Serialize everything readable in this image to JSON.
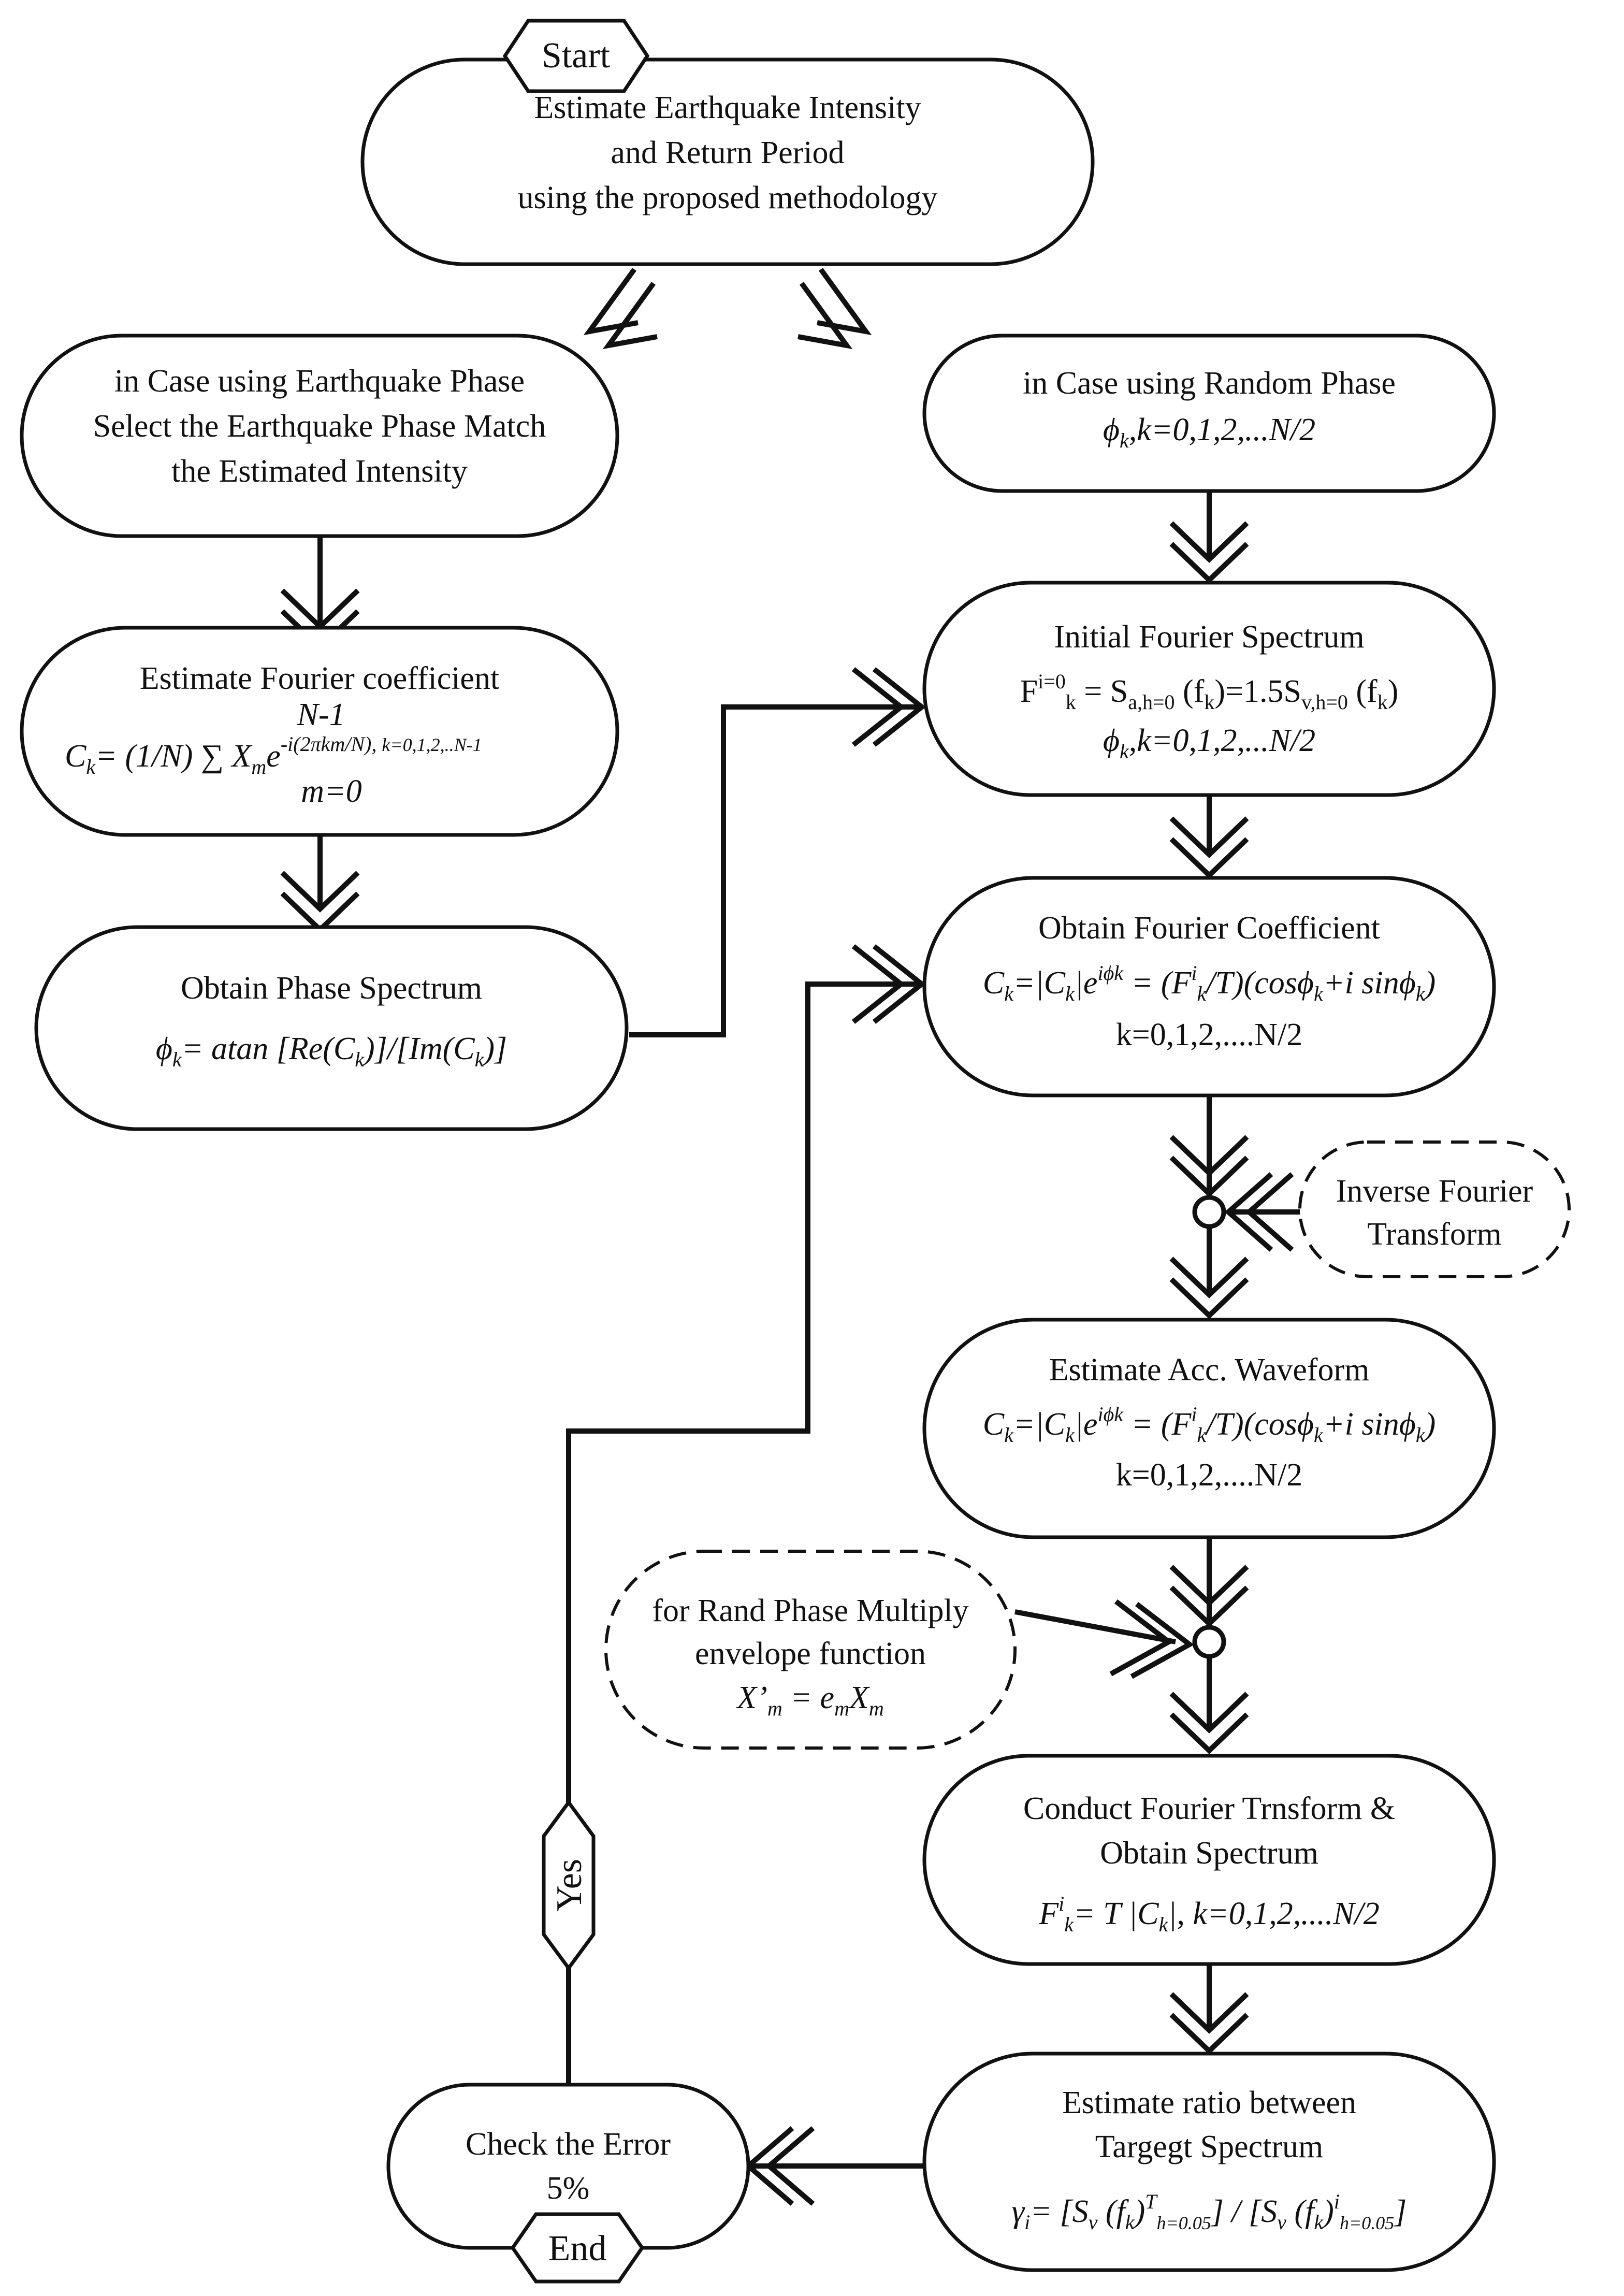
{
  "start_label": "Start",
  "end_label": "End",
  "yes_label": "Yes",
  "box_estimate_intensity": {
    "line1": "Estimate Earthquake Intensity",
    "line2": "and Return Period",
    "line3": "using the proposed methodology"
  },
  "box_earthquake_phase": {
    "line1": "in Case using Earthquake Phase",
    "line2": "Select the Earthquake Phase Match",
    "line3": "the Estimated Intensity"
  },
  "box_random_phase": {
    "line1": "in Case using Random Phase",
    "formula": "ϕk,k=0,1,2,...N/2"
  },
  "box_fourier_coefficient": {
    "title": "Estimate Fourier coefficient",
    "formula": "Ck= (1/N) ∑ Xm e−i(2πkm/N), k=0,1,2,..N-1",
    "sum_upper": "N-1",
    "sum_lower": "m=0"
  },
  "box_initial_spectrum": {
    "title": "Initial Fourier Spectrum",
    "formula1": "Fi=0k = Sa,h=0 (fk)=1.5Sv,h=0 (fk)",
    "formula2": "ϕk,k=0,1,2,...N/2"
  },
  "box_phase_spectrum": {
    "title": "Obtain Phase Spectrum",
    "formula": "ϕk= atan [Re(Ck)]/[Im(Ck)]"
  },
  "box_obtain_coefficient": {
    "title": "Obtain Fourier Coefficient",
    "formula1": "Ck=|Ck|eiϕk = (Fik/T)(cosϕk+i sinϕk)",
    "formula2": "k=0,1,2,....N/2"
  },
  "box_inverse_fourier": {
    "line1": "Inverse Fourier",
    "line2": "Transform"
  },
  "box_acc_waveform": {
    "title": "Estimate Acc. Waveform",
    "formula1": "Ck=|Ck|eiϕk = (Fik/T)(cosϕk+i sinϕk)",
    "formula2": "k=0,1,2,....N/2"
  },
  "box_envelope": {
    "line1": "for Rand Phase Multiply",
    "line2": "envelope function",
    "formula": "X’m = emXm"
  },
  "box_fourier_transform": {
    "line1": "Conduct Fourier Trnsform &",
    "line2": "Obtain Spectrum",
    "formula": "Fik= T |Ck|, k=0,1,2,....N/2"
  },
  "box_ratio": {
    "line1": "Estimate ratio between",
    "line2": "Targegt Spectrum",
    "formula": "γi= [Sv (fk)Th=0.05] / [Sv (fk)ih=0.05]"
  },
  "box_check_error": {
    "line1": "Check the Error",
    "line2": "5%"
  }
}
